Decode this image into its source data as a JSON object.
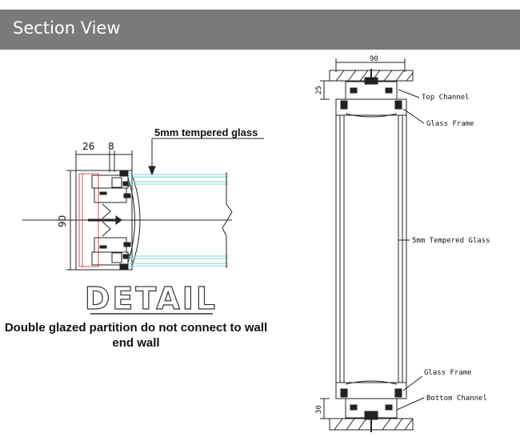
{
  "header": {
    "title": "Section View",
    "bg_color": "#7a7a7a"
  },
  "detail": {
    "glass_label": "5mm tempered glass",
    "dim_width_a": "26",
    "dim_width_b": "8",
    "dim_height": "90",
    "title": "DETAIL",
    "caption_line1": "Double glazed partition do not connect to wall",
    "caption_line2": "end wall"
  },
  "section": {
    "dim_top_width": "90",
    "dim_top_height": "25",
    "dim_bottom_height": "30",
    "labels": {
      "top_channel": "Top Channel",
      "glass_frame_top": "Glass Frame",
      "tempered_glass": "5mm Tempered Glass",
      "glass_frame_bottom": "Glass Frame",
      "bottom_channel": "Bottom Channel"
    }
  },
  "colors": {
    "glass": "#7fd3d3",
    "frame_red": "#d05050",
    "line": "#222222"
  }
}
